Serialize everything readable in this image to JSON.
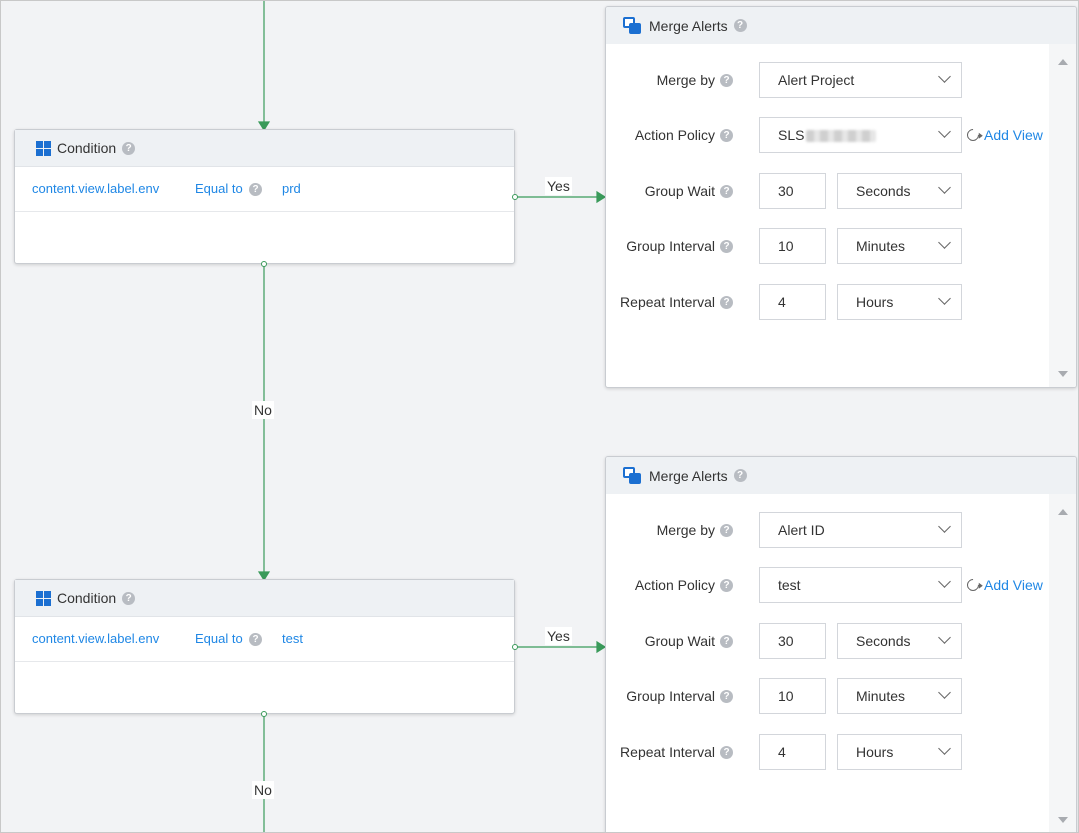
{
  "flow": {
    "edge_labels": {
      "yes": "Yes",
      "no": "No"
    },
    "conditions": [
      {
        "title": "Condition",
        "field": "content.view.label.env",
        "operator": "Equal to",
        "value": "prd"
      },
      {
        "title": "Condition",
        "field": "content.view.label.env",
        "operator": "Equal to",
        "value": "test"
      }
    ],
    "merge_panels": [
      {
        "title": "Merge Alerts",
        "merge_by_label": "Merge by",
        "merge_by": "Alert Project",
        "action_policy_label": "Action Policy",
        "action_policy": "SLS",
        "action_policy_blurred": true,
        "add_view": "Add View",
        "group_wait_label": "Group Wait",
        "group_wait": "30",
        "group_wait_unit": "Seconds",
        "group_interval_label": "Group Interval",
        "group_interval": "10",
        "group_interval_unit": "Minutes",
        "repeat_interval_label": "Repeat Interval",
        "repeat_interval": "4",
        "repeat_interval_unit": "Hours"
      },
      {
        "title": "Merge Alerts",
        "merge_by_label": "Merge by",
        "merge_by": "Alert ID",
        "action_policy_label": "Action Policy",
        "action_policy": "test",
        "action_policy_blurred": false,
        "add_view": "Add View",
        "group_wait_label": "Group Wait",
        "group_wait": "30",
        "group_wait_unit": "Seconds",
        "group_interval_label": "Group Interval",
        "group_interval": "10",
        "group_interval_unit": "Minutes",
        "repeat_interval_label": "Repeat Interval",
        "repeat_interval": "4",
        "repeat_interval_unit": "Hours"
      }
    ],
    "colors": {
      "wire": "#3a9a5a",
      "link": "#1f87e5",
      "icon": "#1b6fd1"
    }
  }
}
